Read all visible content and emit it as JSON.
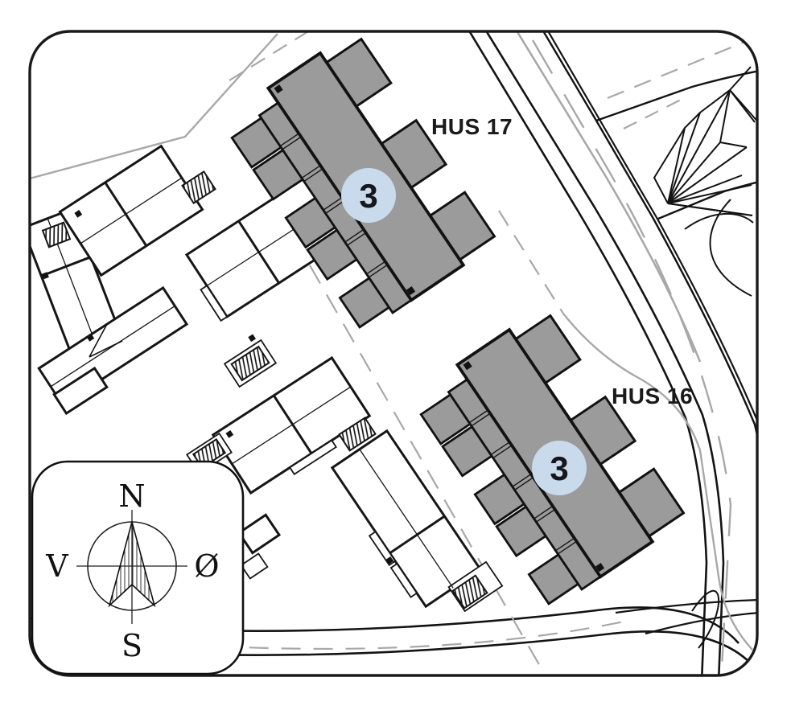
{
  "map": {
    "title_hidden": "",
    "buildings": [
      {
        "id": "hus-17",
        "label": "HUS 17",
        "badge": "3"
      },
      {
        "id": "hus-16",
        "label": "HUS 16",
        "badge": "3"
      }
    ],
    "compass": {
      "north": "N",
      "south": "S",
      "west": "V",
      "east": "Ø"
    },
    "colors": {
      "building_fill": "#9b9b9b",
      "badge_fill": "#c9daec",
      "badge_text": "#16161c",
      "outline": "#131313",
      "boundary_gray": "#a8a8a8",
      "background": "#ffffff"
    }
  }
}
